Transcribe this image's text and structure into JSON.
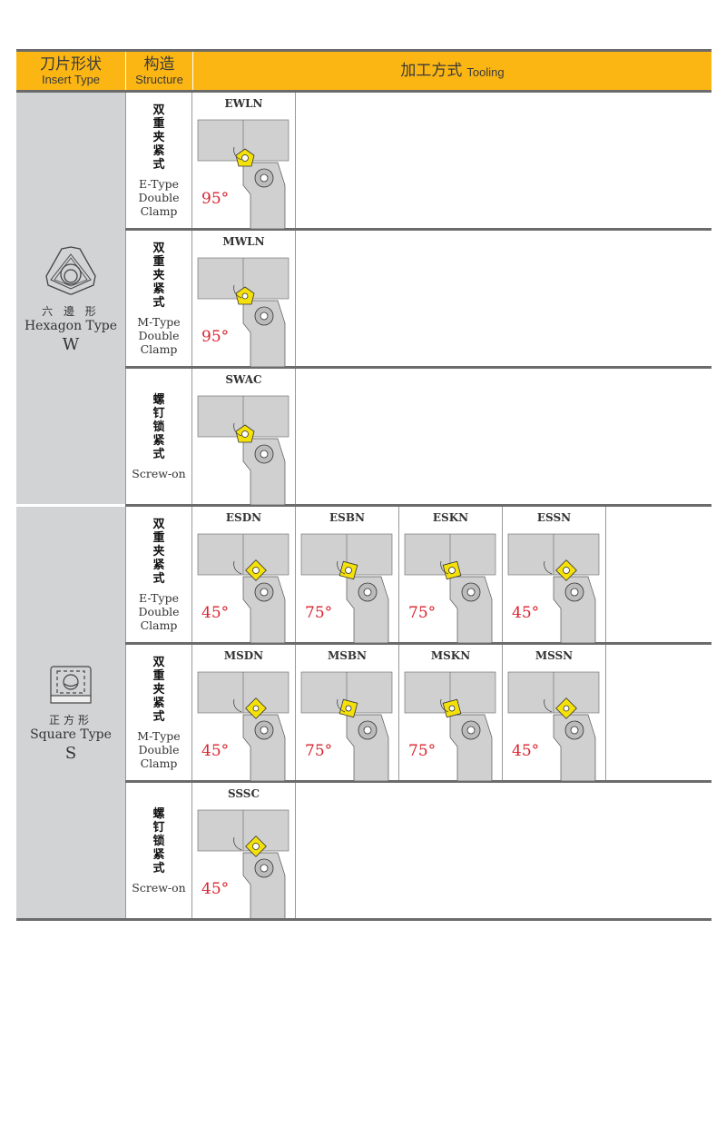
{
  "header": {
    "insert_type_zh": "刀片形状",
    "insert_type_en": "Insert Type",
    "structure_zh": "构造",
    "structure_en": "Structure",
    "tooling_zh": "加工方式",
    "tooling_en": "Tooling"
  },
  "colors": {
    "header_bg": "#fbb614",
    "group_bg": "#d2d3d5",
    "angle_red": "#d9232e",
    "insert_yellow": "#f5e10a",
    "holder_gray": "#d0d0d0"
  },
  "groups": [
    {
      "zh": "六 邊 形",
      "en": "Hexagon Type",
      "code": "W",
      "icon": "hexagon-insert-icon",
      "rows": [
        {
          "struct_zh": "双重夹紧式",
          "struct_en": [
            "E-Type",
            "Double",
            "Clamp"
          ],
          "tools": [
            {
              "name": "EWLN",
              "angle": "95°"
            }
          ]
        },
        {
          "struct_zh": "双重夹紧式",
          "struct_en": [
            "M-Type",
            "Double",
            "Clamp"
          ],
          "tools": [
            {
              "name": "MWLN",
              "angle": "95°"
            }
          ]
        },
        {
          "struct_zh": "螺钉锁紧式",
          "struct_en": [
            "Screw-on"
          ],
          "tools": [
            {
              "name": "SWAC",
              "angle": ""
            }
          ]
        }
      ]
    },
    {
      "zh": "正方形",
      "en": "Square Type",
      "code": "S",
      "icon": "square-insert-icon",
      "rows": [
        {
          "struct_zh": "双重夹紧式",
          "struct_en": [
            "E-Type",
            "Double",
            "Clamp"
          ],
          "tools": [
            {
              "name": "ESDN",
              "angle": "45°"
            },
            {
              "name": "ESBN",
              "angle": "75°"
            },
            {
              "name": "ESKN",
              "angle": "75°"
            },
            {
              "name": "ESSN",
              "angle": "45°"
            }
          ]
        },
        {
          "struct_zh": "双重夹紧式",
          "struct_en": [
            "M-Type",
            "Double",
            "Clamp"
          ],
          "tools": [
            {
              "name": "MSDN",
              "angle": "45°"
            },
            {
              "name": "MSBN",
              "angle": "75°"
            },
            {
              "name": "MSKN",
              "angle": "75°"
            },
            {
              "name": "MSSN",
              "angle": "45°"
            }
          ]
        },
        {
          "struct_zh": "螺钉锁紧式",
          "struct_en": [
            "Screw-on"
          ],
          "tools": [
            {
              "name": "SSSC",
              "angle": "45°"
            }
          ]
        }
      ]
    }
  ]
}
